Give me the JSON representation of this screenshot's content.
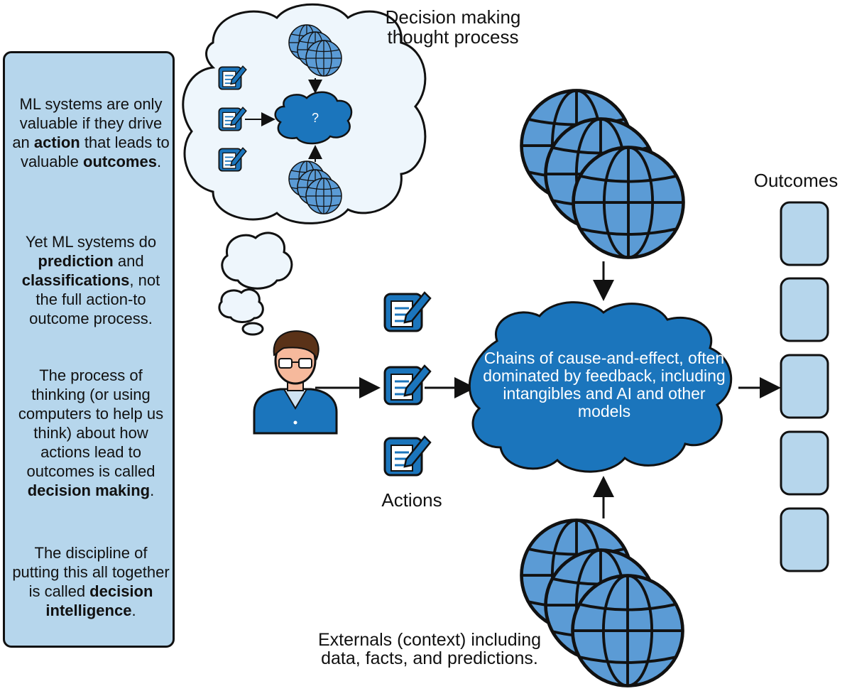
{
  "sidebar": {
    "p1": {
      "pre": "ML systems are only valuable if they drive an ",
      "b1": "action",
      "mid": " that leads to valuable ",
      "b2": "outcomes",
      "post": "."
    },
    "p2": {
      "pre": "Yet ML systems do ",
      "b1": "prediction",
      "mid": " and ",
      "b2": "classifications",
      "post": ", not the full action-to outcome process."
    },
    "p3": {
      "pre": "The process of thinking (or using computers to help us think) about how actions lead to outcomes is called ",
      "b1": "decision making",
      "post": "."
    },
    "p4": {
      "pre": "The discipline of putting this all together is called ",
      "b1": "decision intelligence",
      "post": "."
    }
  },
  "labels": {
    "thought_title_1": "Decision making",
    "thought_title_2": "thought process",
    "thought_question": "?",
    "actions": "Actions",
    "outcomes": "Outcomes",
    "cloud_text": "Chains of cause-and-effect, often dominated by feedback, including intangibles and AI and other models",
    "externals_1": "Externals (context) including",
    "externals_2": "data, facts, and predictions."
  },
  "colors": {
    "dark_blue": "#1b75bc",
    "light_blue": "#b6d6ec",
    "mid_blue": "#5b9bd5",
    "pale_cloud": "#eef6fc",
    "outline": "#111111"
  },
  "icons": [
    "document-pen-icon",
    "globe-icon",
    "person-icon",
    "cloud-icon",
    "arrow-icon"
  ]
}
